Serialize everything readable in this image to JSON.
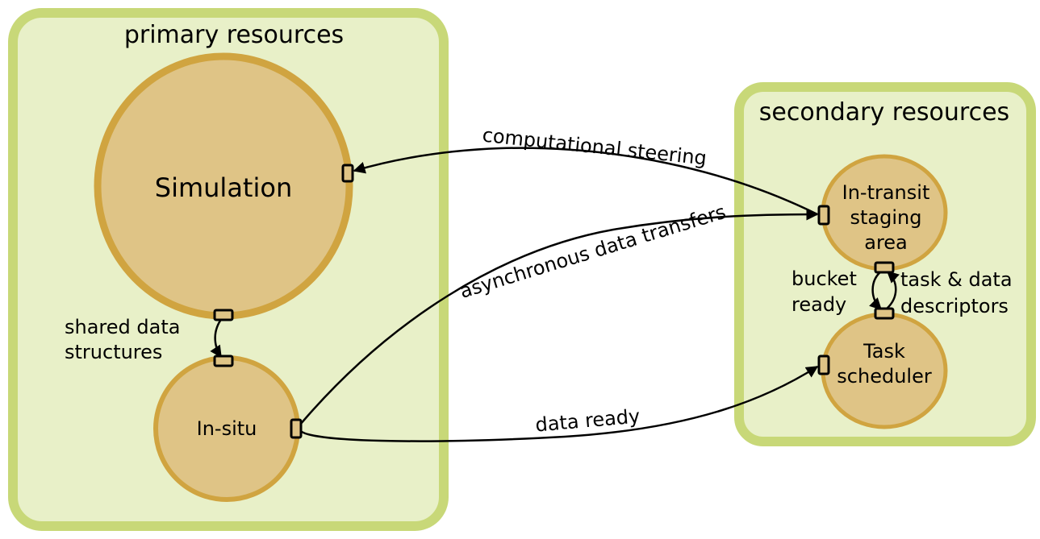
{
  "groups": {
    "primary": {
      "label": "primary resources"
    },
    "secondary": {
      "label": "secondary resources"
    }
  },
  "nodes": {
    "simulation": {
      "label": "Simulation"
    },
    "in_situ": {
      "label": "In-situ"
    },
    "staging": {
      "lines": [
        "In-transit",
        "staging",
        "area"
      ]
    },
    "scheduler": {
      "lines": [
        "Task",
        "scheduler"
      ]
    }
  },
  "edges": {
    "shared": {
      "lines": [
        "shared data",
        "structures"
      ]
    },
    "steering": {
      "label": "computational steering"
    },
    "async": {
      "label": "asynchronous data transfers"
    },
    "data_ready": {
      "label": "data ready"
    },
    "bucket": {
      "lines": [
        "bucket",
        "ready"
      ]
    },
    "task_data": {
      "lines": [
        "task & data",
        "descriptors"
      ]
    }
  },
  "colors": {
    "group_fill": "#e8f0c8",
    "group_stroke": "#c8d878",
    "node_fill": "#dfc486",
    "node_stroke": "#d0a440"
  }
}
